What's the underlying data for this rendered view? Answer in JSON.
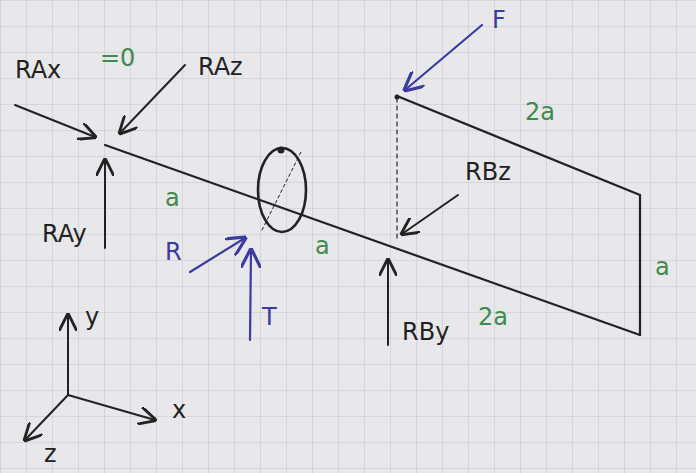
{
  "diagram": {
    "labels": [
      "RAx",
      "=0",
      "RAz",
      "RAy",
      "a",
      "R",
      "T",
      "a",
      "F",
      "2a",
      "RBz",
      "a",
      "2a",
      "RBy",
      "y",
      "x",
      "z"
    ]
  }
}
